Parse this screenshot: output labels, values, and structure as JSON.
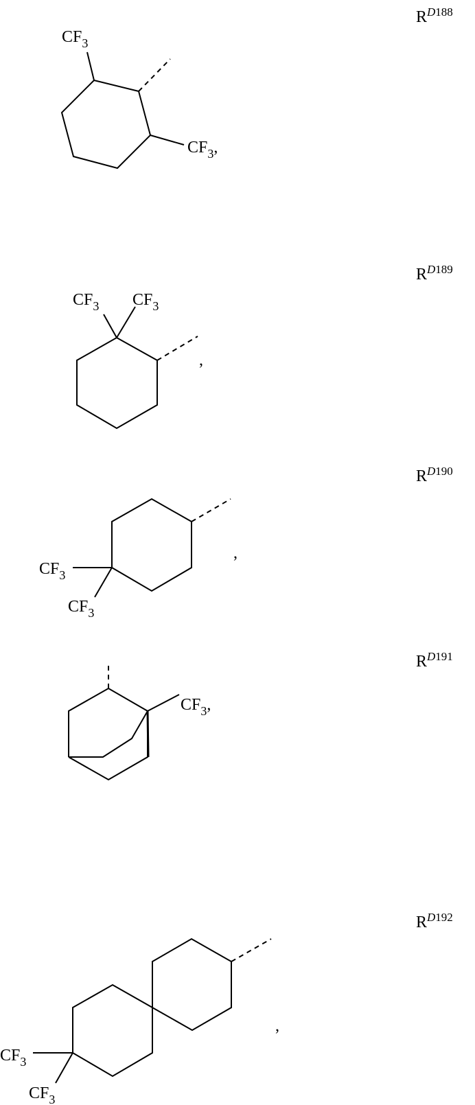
{
  "compounds": [
    {
      "id": "RD188",
      "label_prefix": "R",
      "label_sup_letter": "D",
      "label_sup_number": "188",
      "substituents": [
        "CF3",
        "CF3,"
      ],
      "description": "cyclohexyl with 2,6-bis(trifluoromethyl), dashed attachment bond"
    },
    {
      "id": "RD189",
      "label_prefix": "R",
      "label_sup_letter": "D",
      "label_sup_number": "189",
      "substituents": [
        "CF3",
        "CF3"
      ],
      "trailing": ",",
      "description": "cyclohexyl with 2,2-bis(trifluoromethyl), dashed attachment bond"
    },
    {
      "id": "RD190",
      "label_prefix": "R",
      "label_sup_letter": "D",
      "label_sup_number": "190",
      "substituents": [
        "CF3",
        "CF3"
      ],
      "trailing": ",",
      "description": "cyclohexyl with 4,4-bis(trifluoromethyl), dashed attachment bond"
    },
    {
      "id": "RD191",
      "label_prefix": "R",
      "label_sup_letter": "D",
      "label_sup_number": "191",
      "substituents": [
        "CF3,"
      ],
      "description": "bicyclo[2.2.2]octyl with bridgehead trifluoromethyl, dashed attachment bond"
    },
    {
      "id": "RD192",
      "label_prefix": "R",
      "label_sup_letter": "D",
      "label_sup_number": "192",
      "substituents": [
        "CF3",
        "CF3"
      ],
      "trailing": ",",
      "description": "spiro[5.5]undecyl with 9,9-bis(trifluoromethyl), dashed attachment bond"
    }
  ],
  "text": {
    "cf3_main": "CF",
    "cf3_sub": "3",
    "comma": ","
  }
}
